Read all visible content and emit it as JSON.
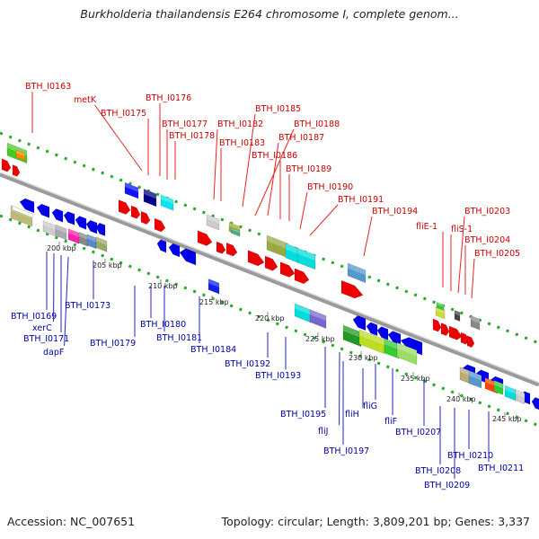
{
  "title": "Burkholderia thailandensis E264 chromosome I, complete genom...",
  "accession": "Accession: NC_007651",
  "summary": "Topology: circular; Length: 3,809,201 bp; Genes: 3,337",
  "colors": {
    "top_gene_label": "#cc0000",
    "bottom_gene_label": "#0000aa",
    "callout_top": "#ee2222",
    "callout_bottom": "#2222cc",
    "backbone": "#888888",
    "track_dots": "#22aa22"
  },
  "ruler_labels": [
    "200 kbp",
    "205 kbp",
    "210 kbp",
    "215 kbp",
    "220 kbp",
    "225 kbp",
    "230 kbp",
    "235 kbp",
    "240 kbp",
    "245 kbp"
  ],
  "top_gene_labels": [
    "BTH_I0163",
    "metK",
    "BTH_I0175",
    "BTH_I0176",
    "BTH_I0177",
    "BTH_I0178",
    "BTH_I0182",
    "BTH_I0183",
    "BTH_I0185",
    "BTH_I0188",
    "BTH_I0187",
    "BTH_I0186",
    "BTH_I0189",
    "BTH_I0190",
    "BTH_I0191",
    "BTH_I0194",
    "fliE-1",
    "fliS-1",
    "BTH_I0203",
    "BTH_I0204",
    "BTH_I0205"
  ],
  "bottom_gene_labels": [
    "BTH_I0169",
    "xerC",
    "BTH_I0171",
    "dapF",
    "BTH_I0173",
    "BTH_I0179",
    "BTH_I0180",
    "BTH_I0181",
    "BTH_I0184",
    "BTH_I0192",
    "BTH_I0193",
    "BTH_I0195",
    "fliJ",
    "BTH_I0197",
    "fliH",
    "fliG",
    "fliF",
    "BTH_I0207",
    "BTH_I0208",
    "BTH_I0209",
    "BTH_I0210",
    "BTH_I0211"
  ]
}
